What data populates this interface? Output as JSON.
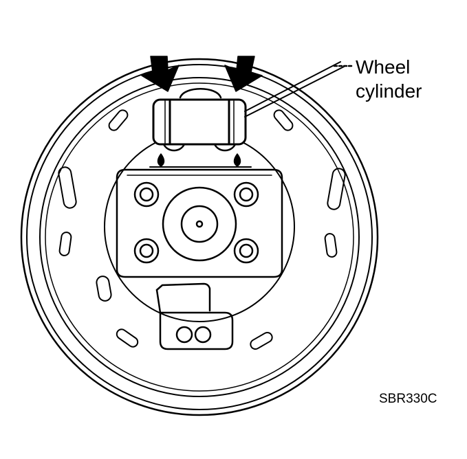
{
  "diagram": {
    "callout": {
      "line1": "Wheel",
      "line2": "cylinder"
    },
    "reference_code": "SBR330C"
  },
  "colors": {
    "ink": "#000000",
    "paper": "#ffffff"
  }
}
